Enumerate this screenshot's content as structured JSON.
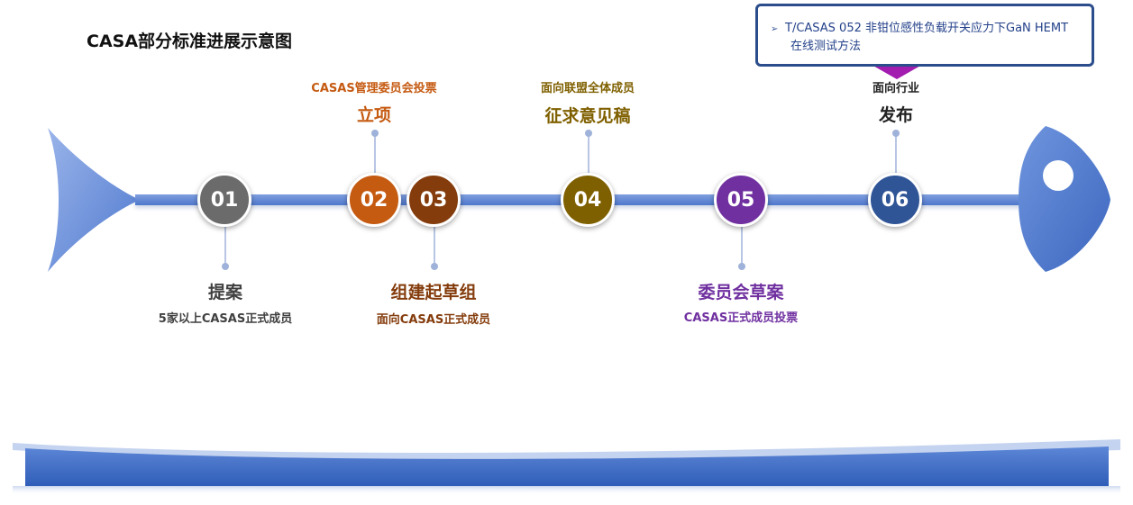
{
  "title": "CASA部分标准进展示意图",
  "callout": {
    "bullet": "➢",
    "line1": "T/CASAS 052  非钳位感性负载开关应力下GaN HEMT",
    "line2": "在线测试方法"
  },
  "steps": [
    {
      "num": "01",
      "name": "提案",
      "note": "5家以上CASAS正式成员",
      "color": "#6b6b6b"
    },
    {
      "num": "02",
      "name": "立项",
      "note": "CASAS管理委员会投票",
      "color": "#c55a11"
    },
    {
      "num": "03",
      "name": "组建起草组",
      "note": "面向CASAS正式成员",
      "color": "#843c0c"
    },
    {
      "num": "04",
      "name": "征求意见稿",
      "note": "面向联盟全体成员",
      "color": "#7f6000"
    },
    {
      "num": "05",
      "name": "委员会草案",
      "note": "CASAS正式成员投票",
      "color": "#7030a0"
    },
    {
      "num": "06",
      "name": "发布",
      "note": "面向行业",
      "color": "#2f5597"
    }
  ],
  "colors": {
    "text_gray": "#404040",
    "text_orange": "#c55a11",
    "text_brown": "#843c0c",
    "text_olive": "#7f6000",
    "text_purple": "#7030a0",
    "text_dark": "#222222",
    "fish": "#4a76cc",
    "callout_border": "#2b4d8c"
  }
}
